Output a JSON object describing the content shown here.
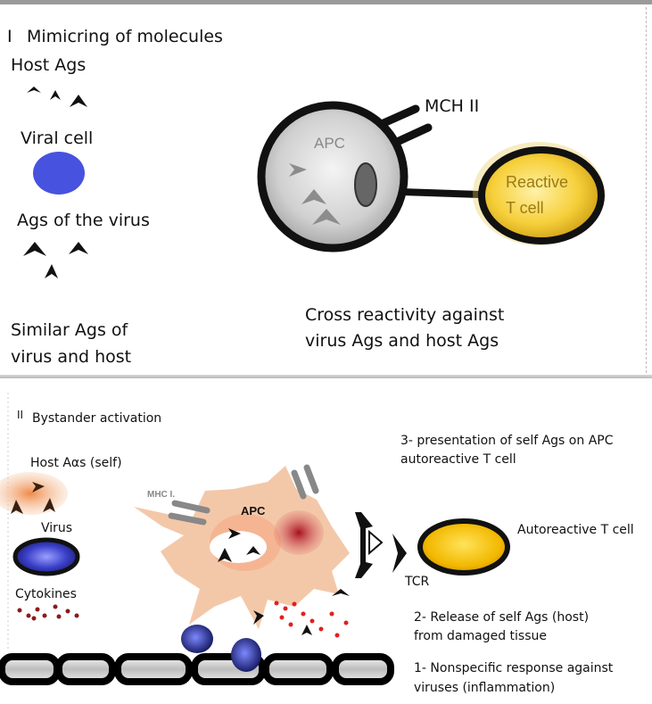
{
  "panel1": {
    "heading_numeral": "I",
    "heading": "Mimicring of molecules",
    "host_ags": "Host Ags",
    "viral_cell": "Viral cell",
    "virus_ags": "Ags of the virus",
    "similar_ags_line1": "Similar Ags of",
    "similar_ags_line2": "virus and host",
    "apc": "APC",
    "mhc": "MCH II",
    "reactive_line1": "Reactive",
    "reactive_line2": "T cell",
    "cross_line1": "Cross reactivity against",
    "cross_line2": "virus Ags and host Ags"
  },
  "panel2": {
    "heading_numeral": "II",
    "heading": "Bystander activation",
    "host_ags_self": "Host Aαs (self)",
    "virus": "Virus",
    "cytokines": "Cytokines",
    "mhc_label": "MHC I.",
    "apc": "APC",
    "tcr": "TCR",
    "autoreactive": "Autoreactive T cell",
    "step3_line1": "3- presentation of self Ags on APC",
    "step3_line2": "autoreactive T cell",
    "step2_line1": "2- Release of self Ags (host)",
    "step2_line2": "from damaged tissue",
    "step1_line1": "1- Nonspecific response against",
    "step1_line2": "viruses (inflammation)"
  },
  "colors": {
    "viral_cell": "#4a55e0",
    "reactive_t_cell": "#f4c430",
    "apc_tissue": "#f0b896",
    "cytokine": "#8b1a1a",
    "self_ag_dots": "#e02020"
  }
}
